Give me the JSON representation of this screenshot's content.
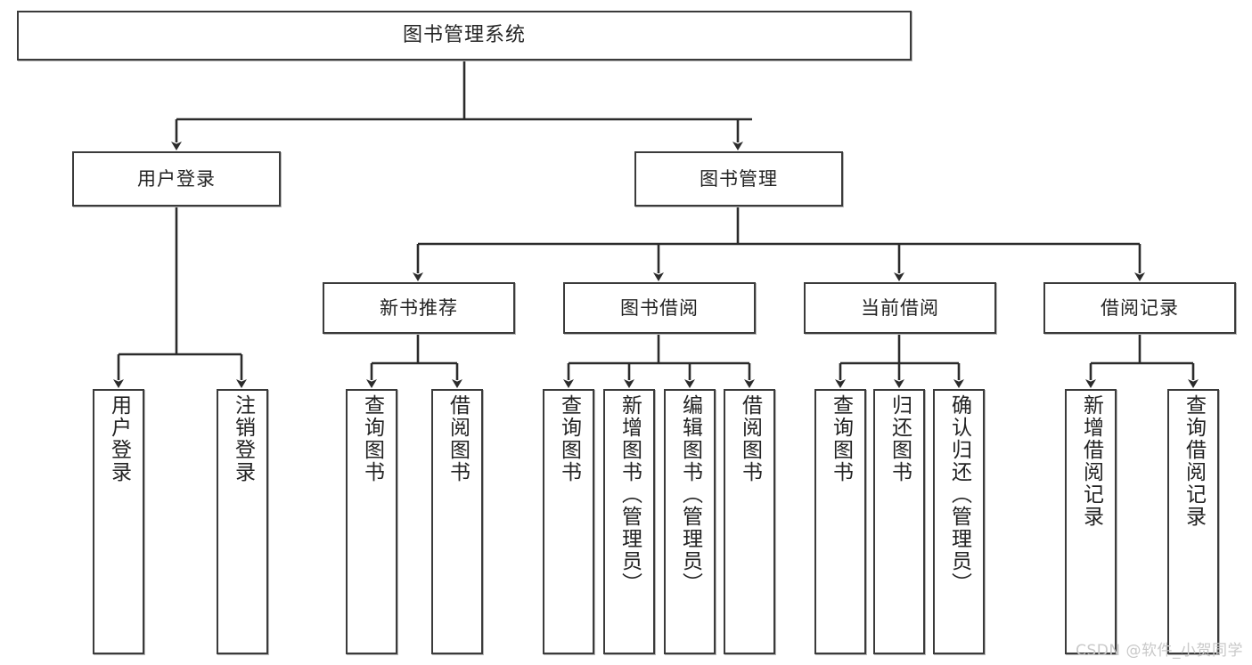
{
  "diagram": {
    "type": "tree",
    "title": "图书管理系统",
    "orientation": "top-down",
    "colors": {
      "node_border": "#3b3b3b",
      "node_fill": "#ffffff",
      "edge": "#2b2b2b",
      "text": "#232323",
      "watermark": "#c9c9c9",
      "background": "#ffffff"
    },
    "levels": [
      {
        "index": 0,
        "labels": [
          "图书管理系统"
        ]
      },
      {
        "index": 1,
        "labels": [
          "用户登录",
          "图书管理"
        ]
      },
      {
        "index": 2,
        "labels": [
          "新书推荐",
          "图书借阅",
          "当前借阅",
          "借阅记录"
        ]
      },
      {
        "index": 3,
        "labels": [
          "用户登录",
          "注销登录",
          "查询图书",
          "借阅图书",
          "查询图书",
          "新增图书（管理员）",
          "编辑图书（管理员）",
          "借阅图书",
          "查询图书",
          "归还图书",
          "确认归还（管理员）",
          "新增借阅记录",
          "查询借阅记录"
        ]
      }
    ],
    "nodes": {
      "root": {
        "label": "图书管理系统"
      },
      "user_login": {
        "label": "用户登录"
      },
      "book_manage": {
        "label": "图书管理"
      },
      "new_book_rec": {
        "label": "新书推荐"
      },
      "book_borrow": {
        "label": "图书借阅"
      },
      "current_borrow": {
        "label": "当前借阅"
      },
      "borrow_record": {
        "label": "借阅记录"
      },
      "leaf_user_login": {
        "label": "用户登录"
      },
      "leaf_logout": {
        "label": "注销登录"
      },
      "leaf_query_book_1": {
        "label": "查询图书"
      },
      "leaf_borrow_book_1": {
        "label": "借阅图书"
      },
      "leaf_query_book_2": {
        "label": "查询图书"
      },
      "leaf_add_book": {
        "label": "新增图书（管理员）"
      },
      "leaf_edit_book": {
        "label": "编辑图书（管理员）"
      },
      "leaf_borrow_book_2": {
        "label": "借阅图书"
      },
      "leaf_query_book_3": {
        "label": "查询图书"
      },
      "leaf_return_book": {
        "label": "归还图书"
      },
      "leaf_confirm_return": {
        "label": "确认归还（管理员）"
      },
      "leaf_add_record": {
        "label": "新增借阅记录"
      },
      "leaf_query_record": {
        "label": "查询借阅记录"
      }
    },
    "edges": [
      {
        "from": "root",
        "to": "user_login"
      },
      {
        "from": "root",
        "to": "book_manage"
      },
      {
        "from": "user_login",
        "to": "leaf_user_login"
      },
      {
        "from": "user_login",
        "to": "leaf_logout"
      },
      {
        "from": "book_manage",
        "to": "new_book_rec"
      },
      {
        "from": "book_manage",
        "to": "book_borrow"
      },
      {
        "from": "book_manage",
        "to": "current_borrow"
      },
      {
        "from": "book_manage",
        "to": "borrow_record"
      },
      {
        "from": "new_book_rec",
        "to": "leaf_query_book_1"
      },
      {
        "from": "new_book_rec",
        "to": "leaf_borrow_book_1"
      },
      {
        "from": "book_borrow",
        "to": "leaf_query_book_2"
      },
      {
        "from": "book_borrow",
        "to": "leaf_add_book"
      },
      {
        "from": "book_borrow",
        "to": "leaf_edit_book"
      },
      {
        "from": "book_borrow",
        "to": "leaf_borrow_book_2"
      },
      {
        "from": "current_borrow",
        "to": "leaf_query_book_3"
      },
      {
        "from": "current_borrow",
        "to": "leaf_return_book"
      },
      {
        "from": "current_borrow",
        "to": "leaf_confirm_return"
      },
      {
        "from": "borrow_record",
        "to": "leaf_add_record"
      },
      {
        "from": "borrow_record",
        "to": "leaf_query_record"
      }
    ]
  },
  "watermark": {
    "text": "CSDN @软件_小贺同学"
  }
}
